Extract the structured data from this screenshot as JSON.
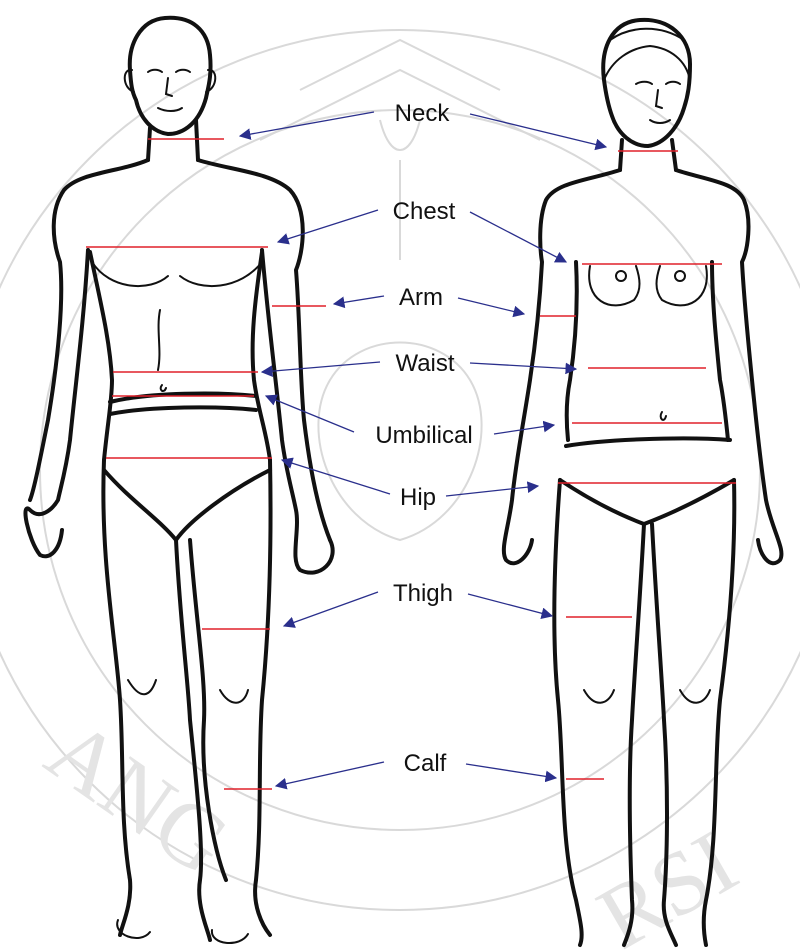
{
  "colors": {
    "outline": "#111111",
    "measurement_line": "#e0202a",
    "pointer_arrow": "#2a2f8c",
    "watermark": "#d9d9d9"
  },
  "figures": [
    "male-figure",
    "female-figure"
  ],
  "labels": {
    "neck": "Neck",
    "chest": "Chest",
    "arm": "Arm",
    "waist": "Waist",
    "umbilical": "Umbilical",
    "hip": "Hip",
    "thigh": "Thigh",
    "calf": "Calf"
  },
  "watermark": {
    "letters_left": "ANG",
    "letters_right": "RSI"
  }
}
